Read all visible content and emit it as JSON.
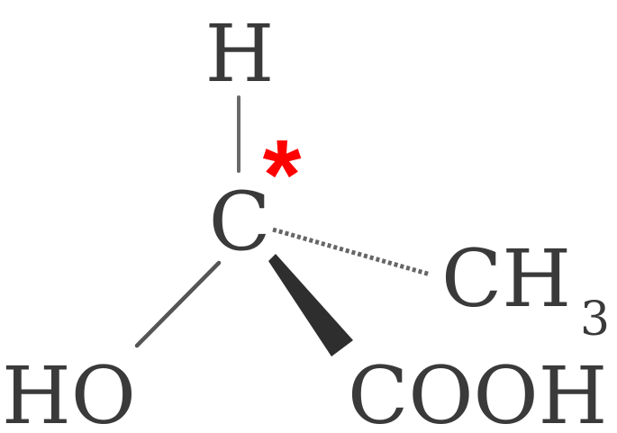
{
  "molecule": {
    "atoms": {
      "top": "H",
      "center": "C",
      "right": "CH",
      "right_subscript": "3",
      "bottom_left": "HO",
      "bottom_right": "COOH"
    },
    "stereocenter_marker": "*",
    "bonds": [
      {
        "name": "bond-c-h",
        "style": "plain"
      },
      {
        "name": "bond-c-oh",
        "style": "plain"
      },
      {
        "name": "bond-c-ch3",
        "style": "hashed"
      },
      {
        "name": "bond-c-cooh",
        "style": "wedge"
      }
    ]
  },
  "colors": {
    "ink": "#3a3a3a",
    "marker": "#ff0000",
    "background": "#ffffff"
  }
}
